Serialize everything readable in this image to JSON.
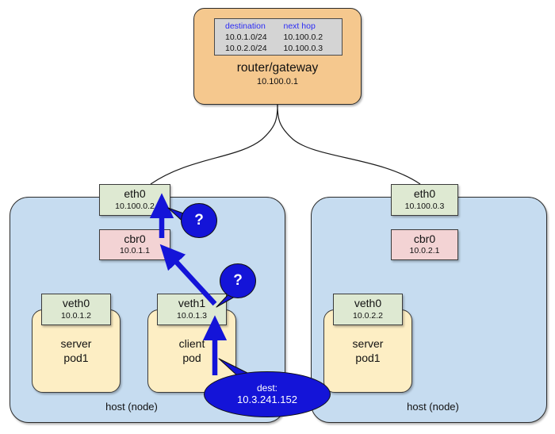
{
  "diagram": {
    "title_hidden": "",
    "router": {
      "name": "router/gateway",
      "ip": "10.100.0.1",
      "routing_table": {
        "headers": [
          "destination",
          "next hop"
        ],
        "rows": [
          [
            "10.0.1.0/24",
            "10.100.0.2"
          ],
          [
            "10.0.2.0/24",
            "10.100.0.3"
          ]
        ]
      }
    },
    "hosts": [
      {
        "label": "host (node)",
        "eth0": {
          "name": "eth0",
          "ip": "10.100.0.2"
        },
        "cbr0": {
          "name": "cbr0",
          "ip": "10.0.1.1"
        },
        "pods": [
          {
            "veth": {
              "name": "veth0",
              "ip": "10.0.1.2"
            },
            "pod_line1": "server",
            "pod_line2": "pod1"
          },
          {
            "veth": {
              "name": "veth1",
              "ip": "10.0.1.3"
            },
            "pod_line1": "client",
            "pod_line2": "pod"
          }
        ]
      },
      {
        "label": "host (node)",
        "eth0": {
          "name": "eth0",
          "ip": "10.100.0.3"
        },
        "cbr0": {
          "name": "cbr0",
          "ip": "10.0.2.1"
        },
        "pods": [
          {
            "veth": {
              "name": "veth0",
              "ip": "10.0.2.2"
            },
            "pod_line1": "server",
            "pod_line2": "pod1"
          }
        ]
      }
    ],
    "callouts": {
      "question_eth0": "?",
      "question_veth1": "?",
      "dest_label": "dest:",
      "dest_ip": "10.3.241.152"
    },
    "colors": {
      "router_fill": "#f5c88e",
      "host_fill": "#c6dcf0",
      "iface_green": "#dee9d2",
      "iface_pink": "#f3d3d4",
      "pod_fill": "#fdeec4",
      "callout_blue": "#1414d8",
      "table_header_text": "#2b2bf5",
      "table_fill": "#d4d4d4"
    }
  }
}
